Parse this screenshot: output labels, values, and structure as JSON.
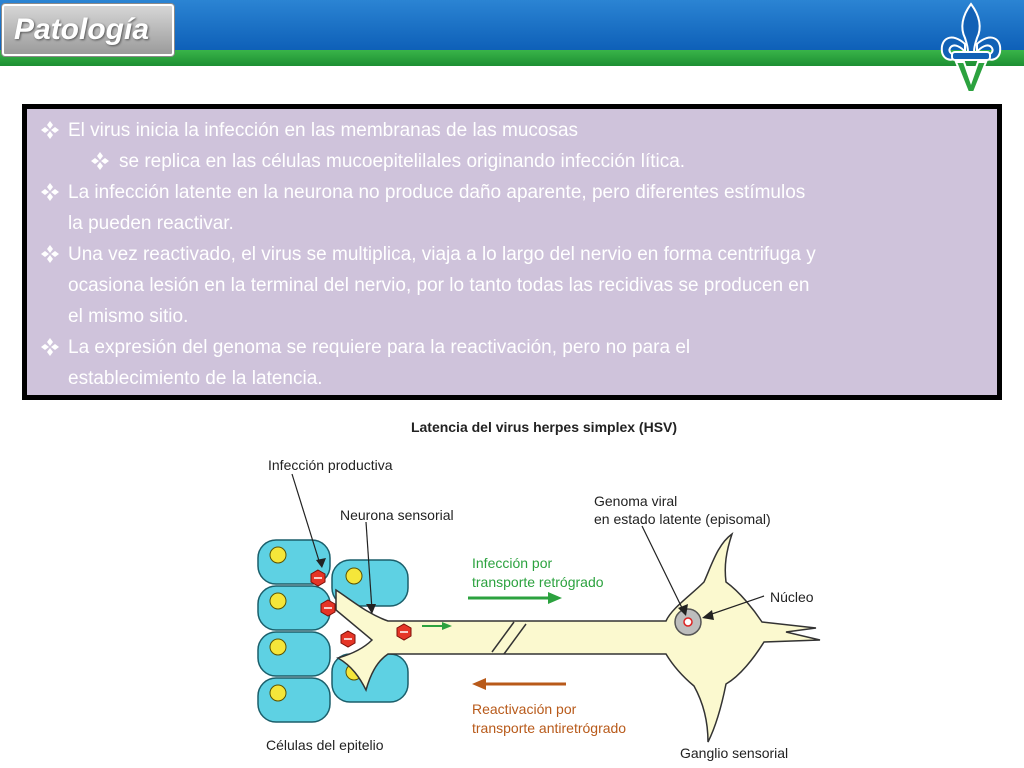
{
  "slide": {
    "title": "Patología",
    "colors": {
      "header_blue": "#1a6fc4",
      "header_green": "#2ca23f",
      "panel_bg": "#cfc3db",
      "cell": "#5ed1e3",
      "neuron": "#fbf9cf"
    }
  },
  "bullets": [
    {
      "lines": [
        "El virus inicia la infección en las membranas de las mucosas"
      ]
    },
    {
      "lines": [
        "se replica en las células mucoepitelilales originando infección lítica."
      ]
    },
    {
      "lines": [
        "La infección latente en la neurona no produce daño aparente, pero diferentes estímulos",
        "la pueden reactivar."
      ]
    },
    {
      "lines": [
        "Una vez reactivado, el virus se multiplica, viaja a lo largo del nervio en forma centrifuga y",
        "ocasiona lesión en la terminal del nervio, por lo tanto todas las recidivas se producen en",
        "el mismo sitio."
      ]
    },
    {
      "lines": [
        "La expresión del genoma se requiere para la reactivación, pero no para el",
        "establecimiento de la latencia."
      ]
    }
  ],
  "diagram": {
    "title": "Latencia del virus herpes simplex (HSV)",
    "labels": {
      "productive": "Infección productiva",
      "sensory_neuron": "Neurona sensorial",
      "genome_1": "Genoma viral",
      "genome_2": "en estado latente (episomal)",
      "nucleus": "Núcleo",
      "infection_1": "Infección por",
      "infection_2": "transporte retrógrado",
      "reactivation_1": "Reactivación por",
      "reactivation_2": "transporte antiretrógrado",
      "epithelial": "Células del epitelio",
      "ganglion": "Ganglio sensorial"
    }
  }
}
